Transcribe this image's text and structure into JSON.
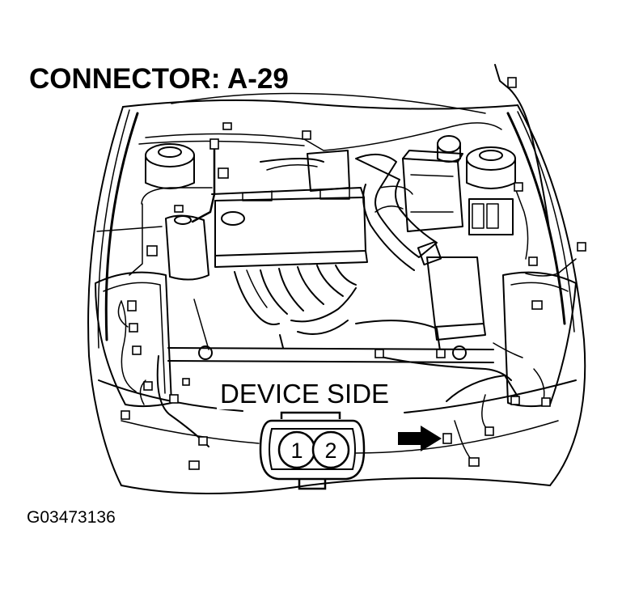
{
  "title": "CONNECTOR: A-29",
  "label": "DEVICE SIDE",
  "pins": [
    "1",
    "2"
  ],
  "figure_code": "G03473136",
  "icons": {
    "pointer": "arrow-right-icon"
  }
}
